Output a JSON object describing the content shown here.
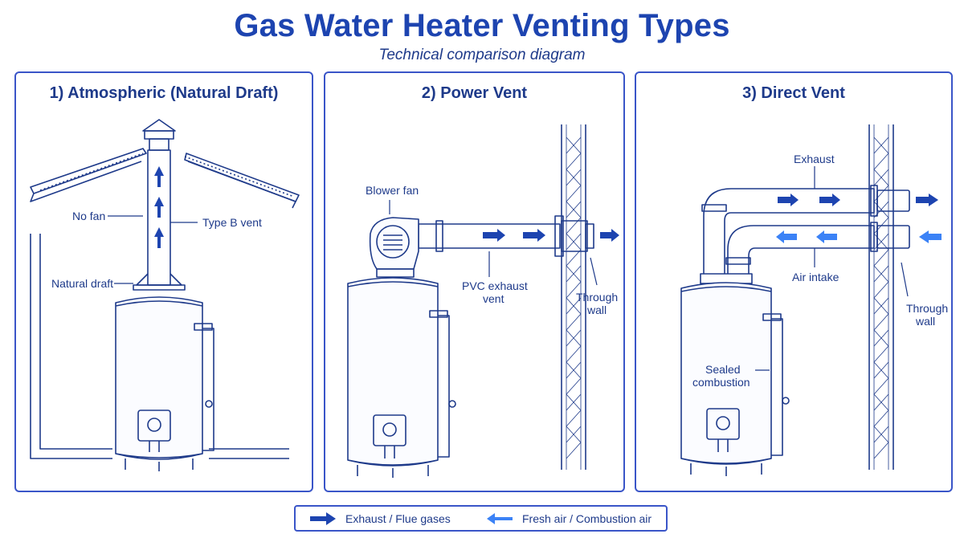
{
  "header": {
    "title": "Gas Water Heater Venting Types",
    "subtitle": "Technical comparison diagram"
  },
  "panels": [
    {
      "title": "1) Atmospheric (Natural Draft)",
      "labels": {
        "no_fan": "No fan",
        "type_b": "Type B vent",
        "natural_draft": "Natural draft"
      }
    },
    {
      "title": "2) Power Vent",
      "labels": {
        "blower": "Blower fan",
        "pvc1": "PVC exhaust",
        "pvc2": "vent",
        "through1": "Through",
        "through2": "wall"
      }
    },
    {
      "title": "3) Direct Vent",
      "labels": {
        "exhaust": "Exhaust",
        "intake": "Air intake",
        "sealed1": "Sealed",
        "sealed2": "combustion",
        "through1": "Through",
        "through2": "wall"
      }
    }
  ],
  "legend": {
    "exhaust": "Exhaust / Flue gases",
    "fresh": "Fresh air / Combustion air"
  },
  "colors": {
    "line": "#1e3a8a",
    "exhaust_arrow": "#1d44b0",
    "fresh_arrow": "#3b82f6"
  }
}
